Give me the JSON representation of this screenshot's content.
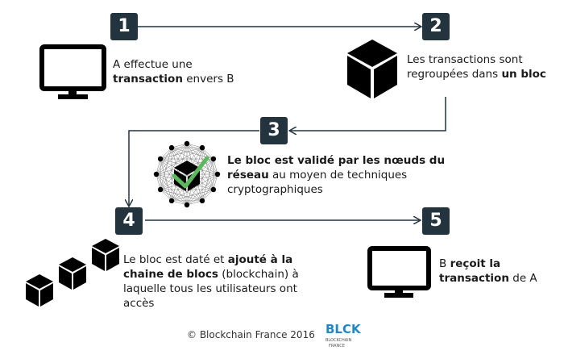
{
  "steps": [
    {
      "number": "1"
    },
    {
      "number": "2"
    },
    {
      "number": "3"
    },
    {
      "number": "4"
    },
    {
      "number": "5"
    }
  ],
  "step1": {
    "pre": "A effectue une ",
    "bold": "transaction",
    "post": " envers B"
  },
  "step2": {
    "pre": "Les transactions sont regroupées dans ",
    "bold": "un bloc"
  },
  "step3": {
    "bold": "Le bloc est validé par les nœuds du réseau",
    "post": " au moyen de techniques cryptographiques"
  },
  "step4": {
    "pre": "Le bloc est daté et ",
    "bold": "ajouté à la chaine de blocs",
    "post": " (blockchain) à laquelle tous les utilisateurs ont accès"
  },
  "step5": {
    "pre": "B ",
    "bold": "reçoit la transaction",
    "post": " de A"
  },
  "footer": {
    "copyright": "© Blockchain France 2016",
    "logo_text": "BLCK",
    "logo_sub1": "BLOCKCHAIN",
    "logo_sub2": "FRANCE"
  },
  "colors": {
    "badge": "#24343f",
    "check": "#5cb85c",
    "line": "#24343f",
    "logo": "#1e88c8"
  },
  "icons": [
    "monitor-icon",
    "cube-icon",
    "network-icon",
    "checkmark-icon",
    "cube-chain-icon"
  ]
}
